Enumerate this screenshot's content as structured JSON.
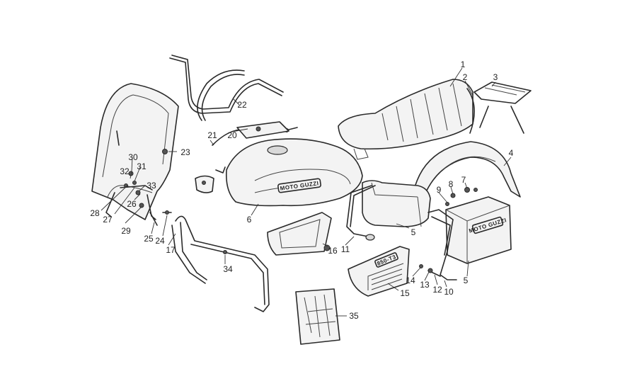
{
  "callouts": [
    "1",
    "2",
    "3",
    "4",
    "5",
    "5",
    "6",
    "7",
    "8",
    "9",
    "10",
    "11",
    "12",
    "13",
    "14",
    "15",
    "16",
    "17",
    "20",
    "21",
    "22",
    "23",
    "24",
    "25",
    "26",
    "27",
    "28",
    "29",
    "30",
    "31",
    "32",
    "33",
    "34",
    "35"
  ],
  "decals": {
    "tank": "MOTO GUZZI",
    "case": "MOTO GUZZI",
    "cover": "850-T3"
  }
}
